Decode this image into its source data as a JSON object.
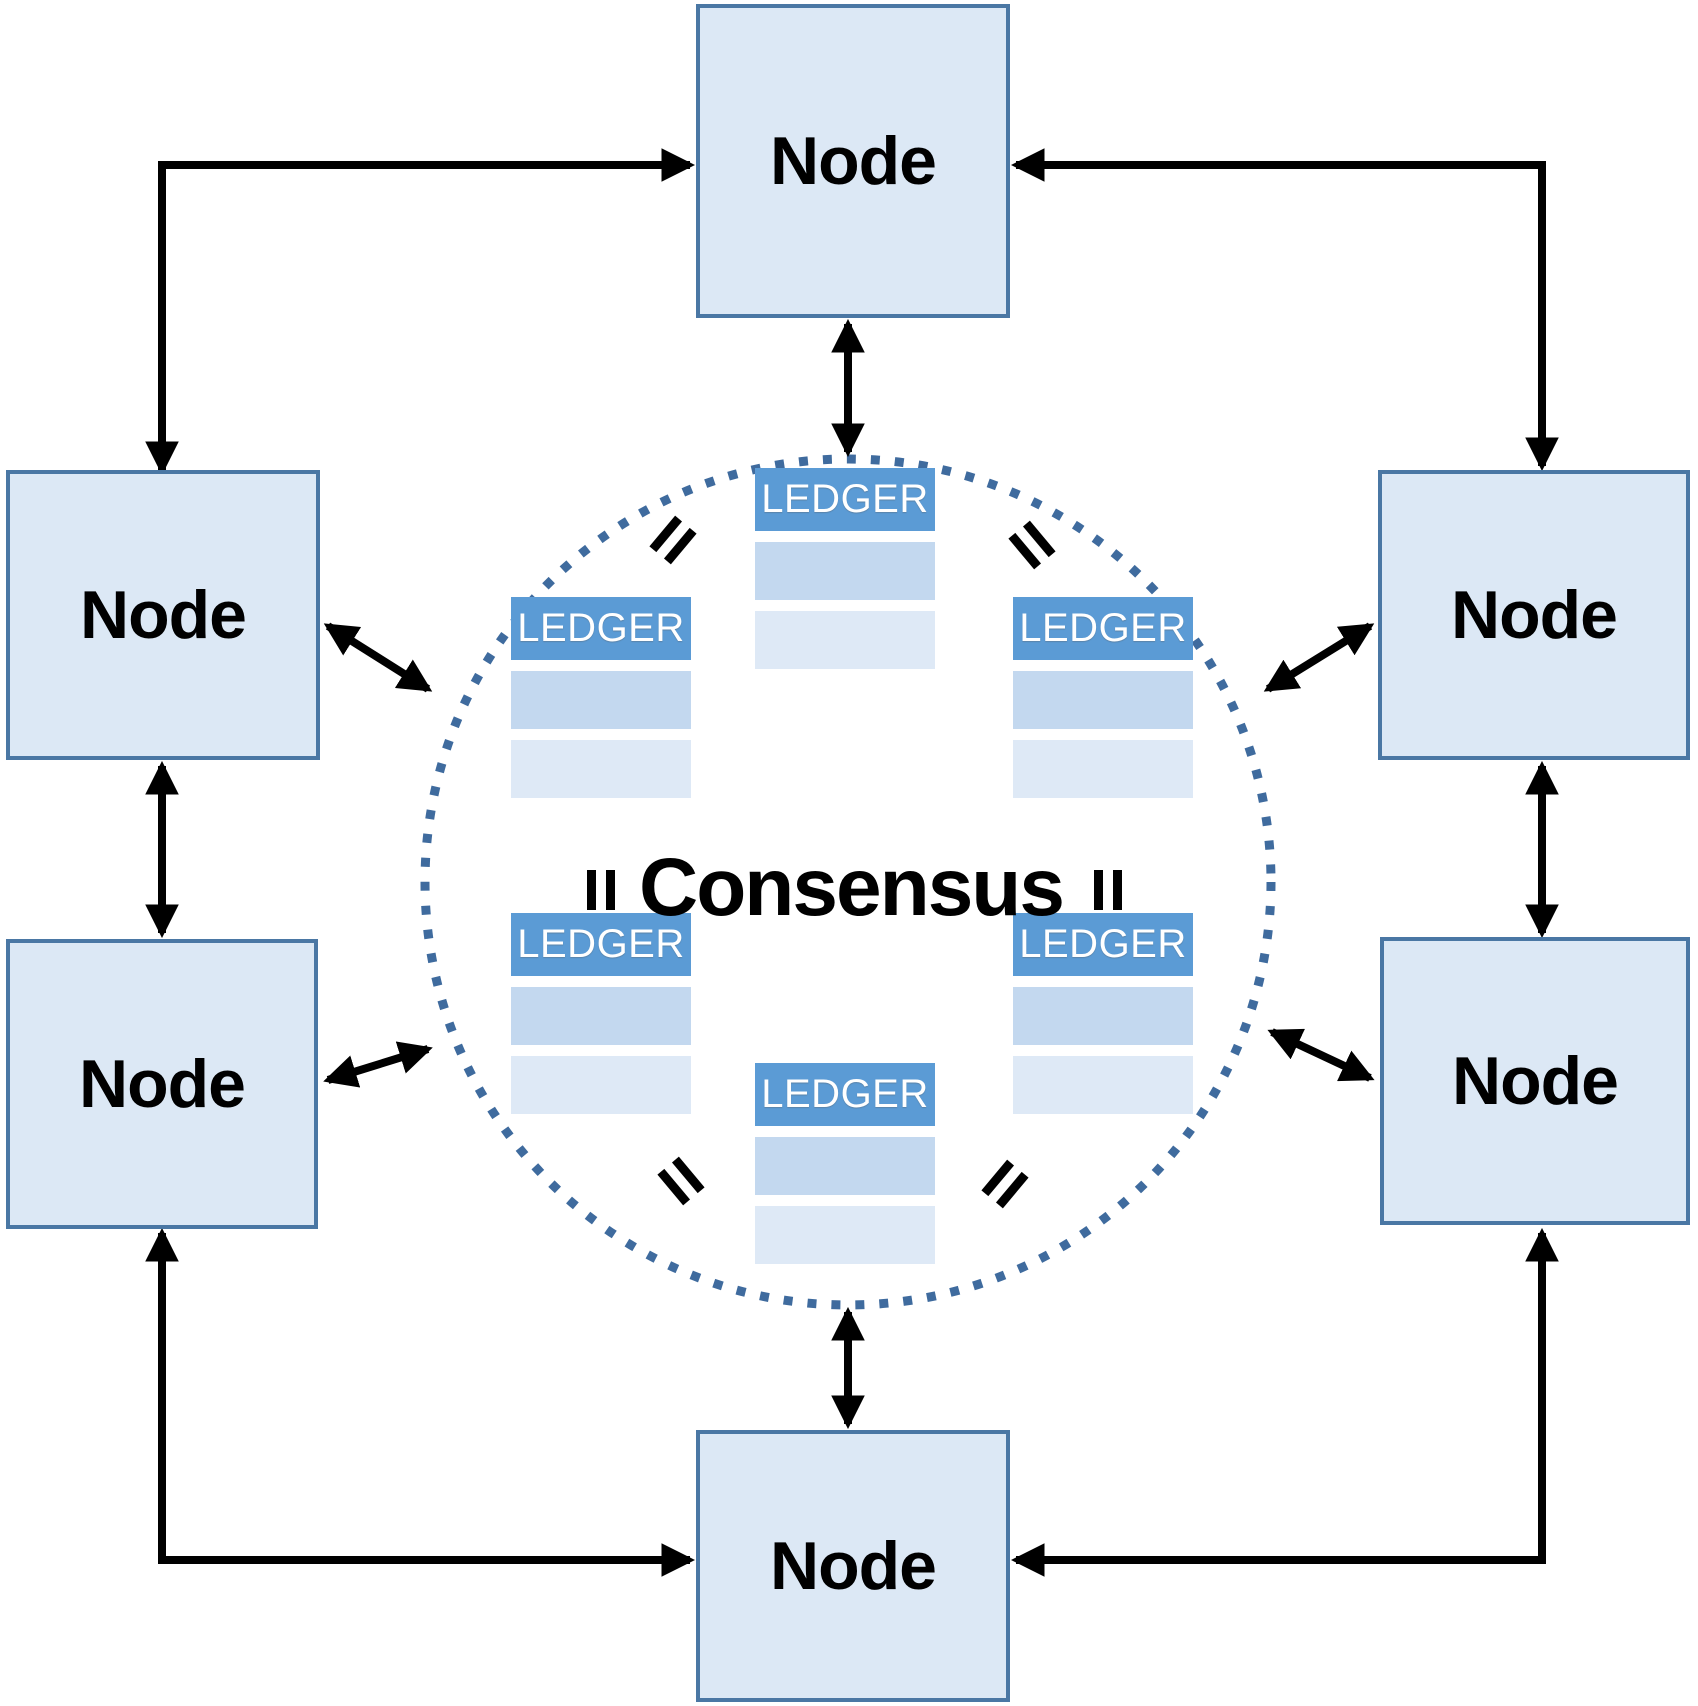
{
  "diagram": {
    "consensus_label": "Consensus",
    "nodes": [
      {
        "id": "top",
        "label": "Node"
      },
      {
        "id": "left-upper",
        "label": "Node"
      },
      {
        "id": "right-upper",
        "label": "Node"
      },
      {
        "id": "left-lower",
        "label": "Node"
      },
      {
        "id": "right-lower",
        "label": "Node"
      },
      {
        "id": "bottom",
        "label": "Node"
      }
    ],
    "ledgers": [
      {
        "id": "top-center",
        "label": "LEDGER"
      },
      {
        "id": "left-upper",
        "label": "LEDGER"
      },
      {
        "id": "right-upper",
        "label": "LEDGER"
      },
      {
        "id": "left-lower",
        "label": "LEDGER"
      },
      {
        "id": "right-lower",
        "label": "LEDGER"
      },
      {
        "id": "bottom-center",
        "label": "LEDGER"
      }
    ],
    "colors": {
      "node_fill": "#DCE8F5",
      "node_border": "#4A77A4",
      "ledger_header": "#5B9BD5",
      "ledger_row_medium": "#C3D8EF",
      "ledger_row_light": "#DEE9F6",
      "circle_dots": "#3F6B9E",
      "arrows": "#000000",
      "ledger_text": "#FFFFFF",
      "node_text": "#000000",
      "consensus_text": "#000000"
    }
  }
}
